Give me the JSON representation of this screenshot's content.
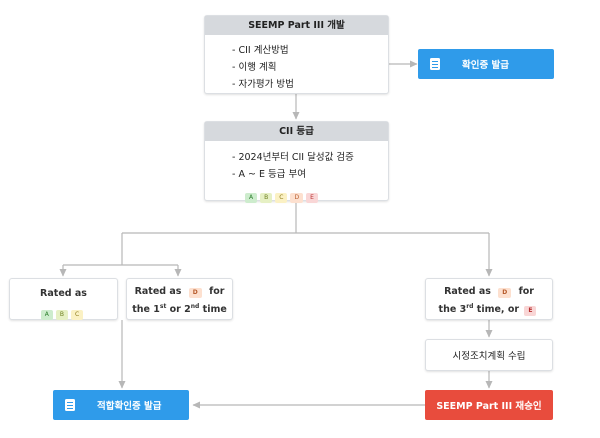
{
  "step1": {
    "title": "SEEMP Part III  개발",
    "items": [
      "- CII 계산방법",
      "- 이행 계획",
      "- 자가평가 방법"
    ]
  },
  "issue_cert_button": {
    "label": "확인증 발급",
    "icon": "document-icon"
  },
  "step2": {
    "title": "CII  등급",
    "items": [
      "- 2024년부터 CII 달성값 검증",
      "- A ~ E 등급 부여"
    ],
    "grades": [
      "A",
      "B",
      "C",
      "D",
      "E"
    ]
  },
  "case1": {
    "label": "Rated as",
    "grades": [
      "A",
      "B",
      "C"
    ]
  },
  "case2": {
    "rated": "Rated as",
    "grade": "D",
    "for": "for",
    "the": "the 1",
    "st": "st",
    "or": " or 2",
    "nd": "nd",
    "time": " time"
  },
  "case3": {
    "rated": "Rated as",
    "grade": "D",
    "for": "for",
    "the": "the 3",
    "rd": "rd",
    "or": " time, or",
    "grade2": "E"
  },
  "corrective_plan": {
    "label": "시정조치계획 수립"
  },
  "reapproval_button": {
    "label": "SEEMP Part III 재승인"
  },
  "compliance_cert_button": {
    "label": "적합확인증 발급",
    "icon": "document-icon"
  },
  "colors": {
    "blue": "#2f9bea",
    "red": "#e84c3d",
    "header_gray": "#d6d9dd",
    "line": "#b7b7b7"
  }
}
